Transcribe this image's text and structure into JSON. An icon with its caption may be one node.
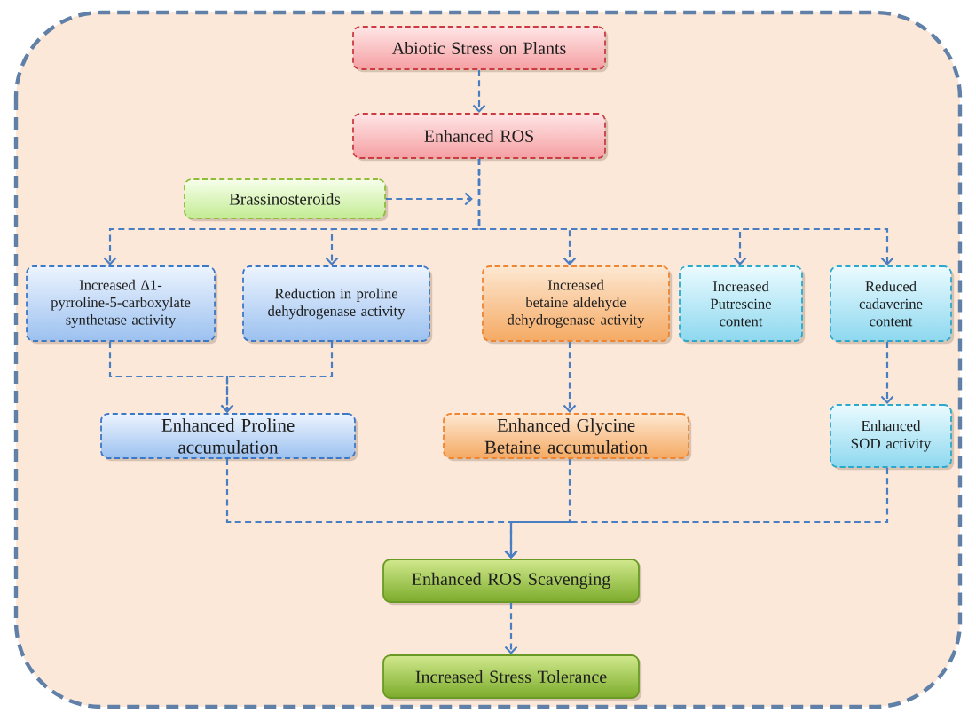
{
  "diagram": {
    "nodes": [
      {
        "text": [
          "Abiotic Stress on Plants"
        ]
      },
      {
        "text": [
          "Enhanced ROS"
        ]
      },
      {
        "text": [
          "Brassinosteroids"
        ]
      },
      {
        "text": [
          "Increased Δ1-pyrroline-5-carboxylate synthetase activity"
        ]
      },
      {
        "text": [
          "Reduction in proline dehydrogenase activity"
        ]
      },
      {
        "text": [
          "Increased betaine aldehyde dehydrogenase activity"
        ]
      },
      {
        "text": [
          "Increased Putrescine content"
        ]
      },
      {
        "text": [
          "Reduced cadaverine content"
        ]
      },
      {
        "text": [
          "Enhanced Proline accumulation"
        ]
      },
      {
        "text": [
          "Enhanced Glycine Betaine accumulation"
        ]
      },
      {
        "text": [
          "Enhanced SOD activity"
        ]
      },
      {
        "text": [
          "Enhanced ROS Scavenging"
        ]
      },
      {
        "text": [
          "Increased Stress Tolerance"
        ]
      }
    ],
    "edges": [
      {
        "from": 0,
        "to": 1,
        "arrow": "to"
      },
      {
        "from": 2,
        "to": null,
        "arrow": "to"
      },
      {
        "from": 1,
        "to": 3,
        "arrow": "to"
      },
      {
        "from": 1,
        "to": 4,
        "arrow": "to"
      },
      {
        "from": 1,
        "to": 5,
        "arrow": "to"
      },
      {
        "from": 1,
        "to": 6,
        "arrow": "to"
      },
      {
        "from": 1,
        "to": 7,
        "arrow": "to"
      },
      {
        "from": 3,
        "to": 8,
        "arrow": "to"
      },
      {
        "from": 4,
        "to": 8,
        "arrow": "to"
      },
      {
        "from": 5,
        "to": 9,
        "arrow": "to"
      },
      {
        "from": 7,
        "to": 10,
        "arrow": "to"
      },
      {
        "from": 8,
        "to": 11,
        "arrow": "to"
      },
      {
        "from": 9,
        "to": 11,
        "arrow": "to"
      },
      {
        "from": 10,
        "to": 11,
        "arrow": "to"
      },
      {
        "from": 11,
        "to": 12,
        "arrow": "to"
      }
    ]
  }
}
